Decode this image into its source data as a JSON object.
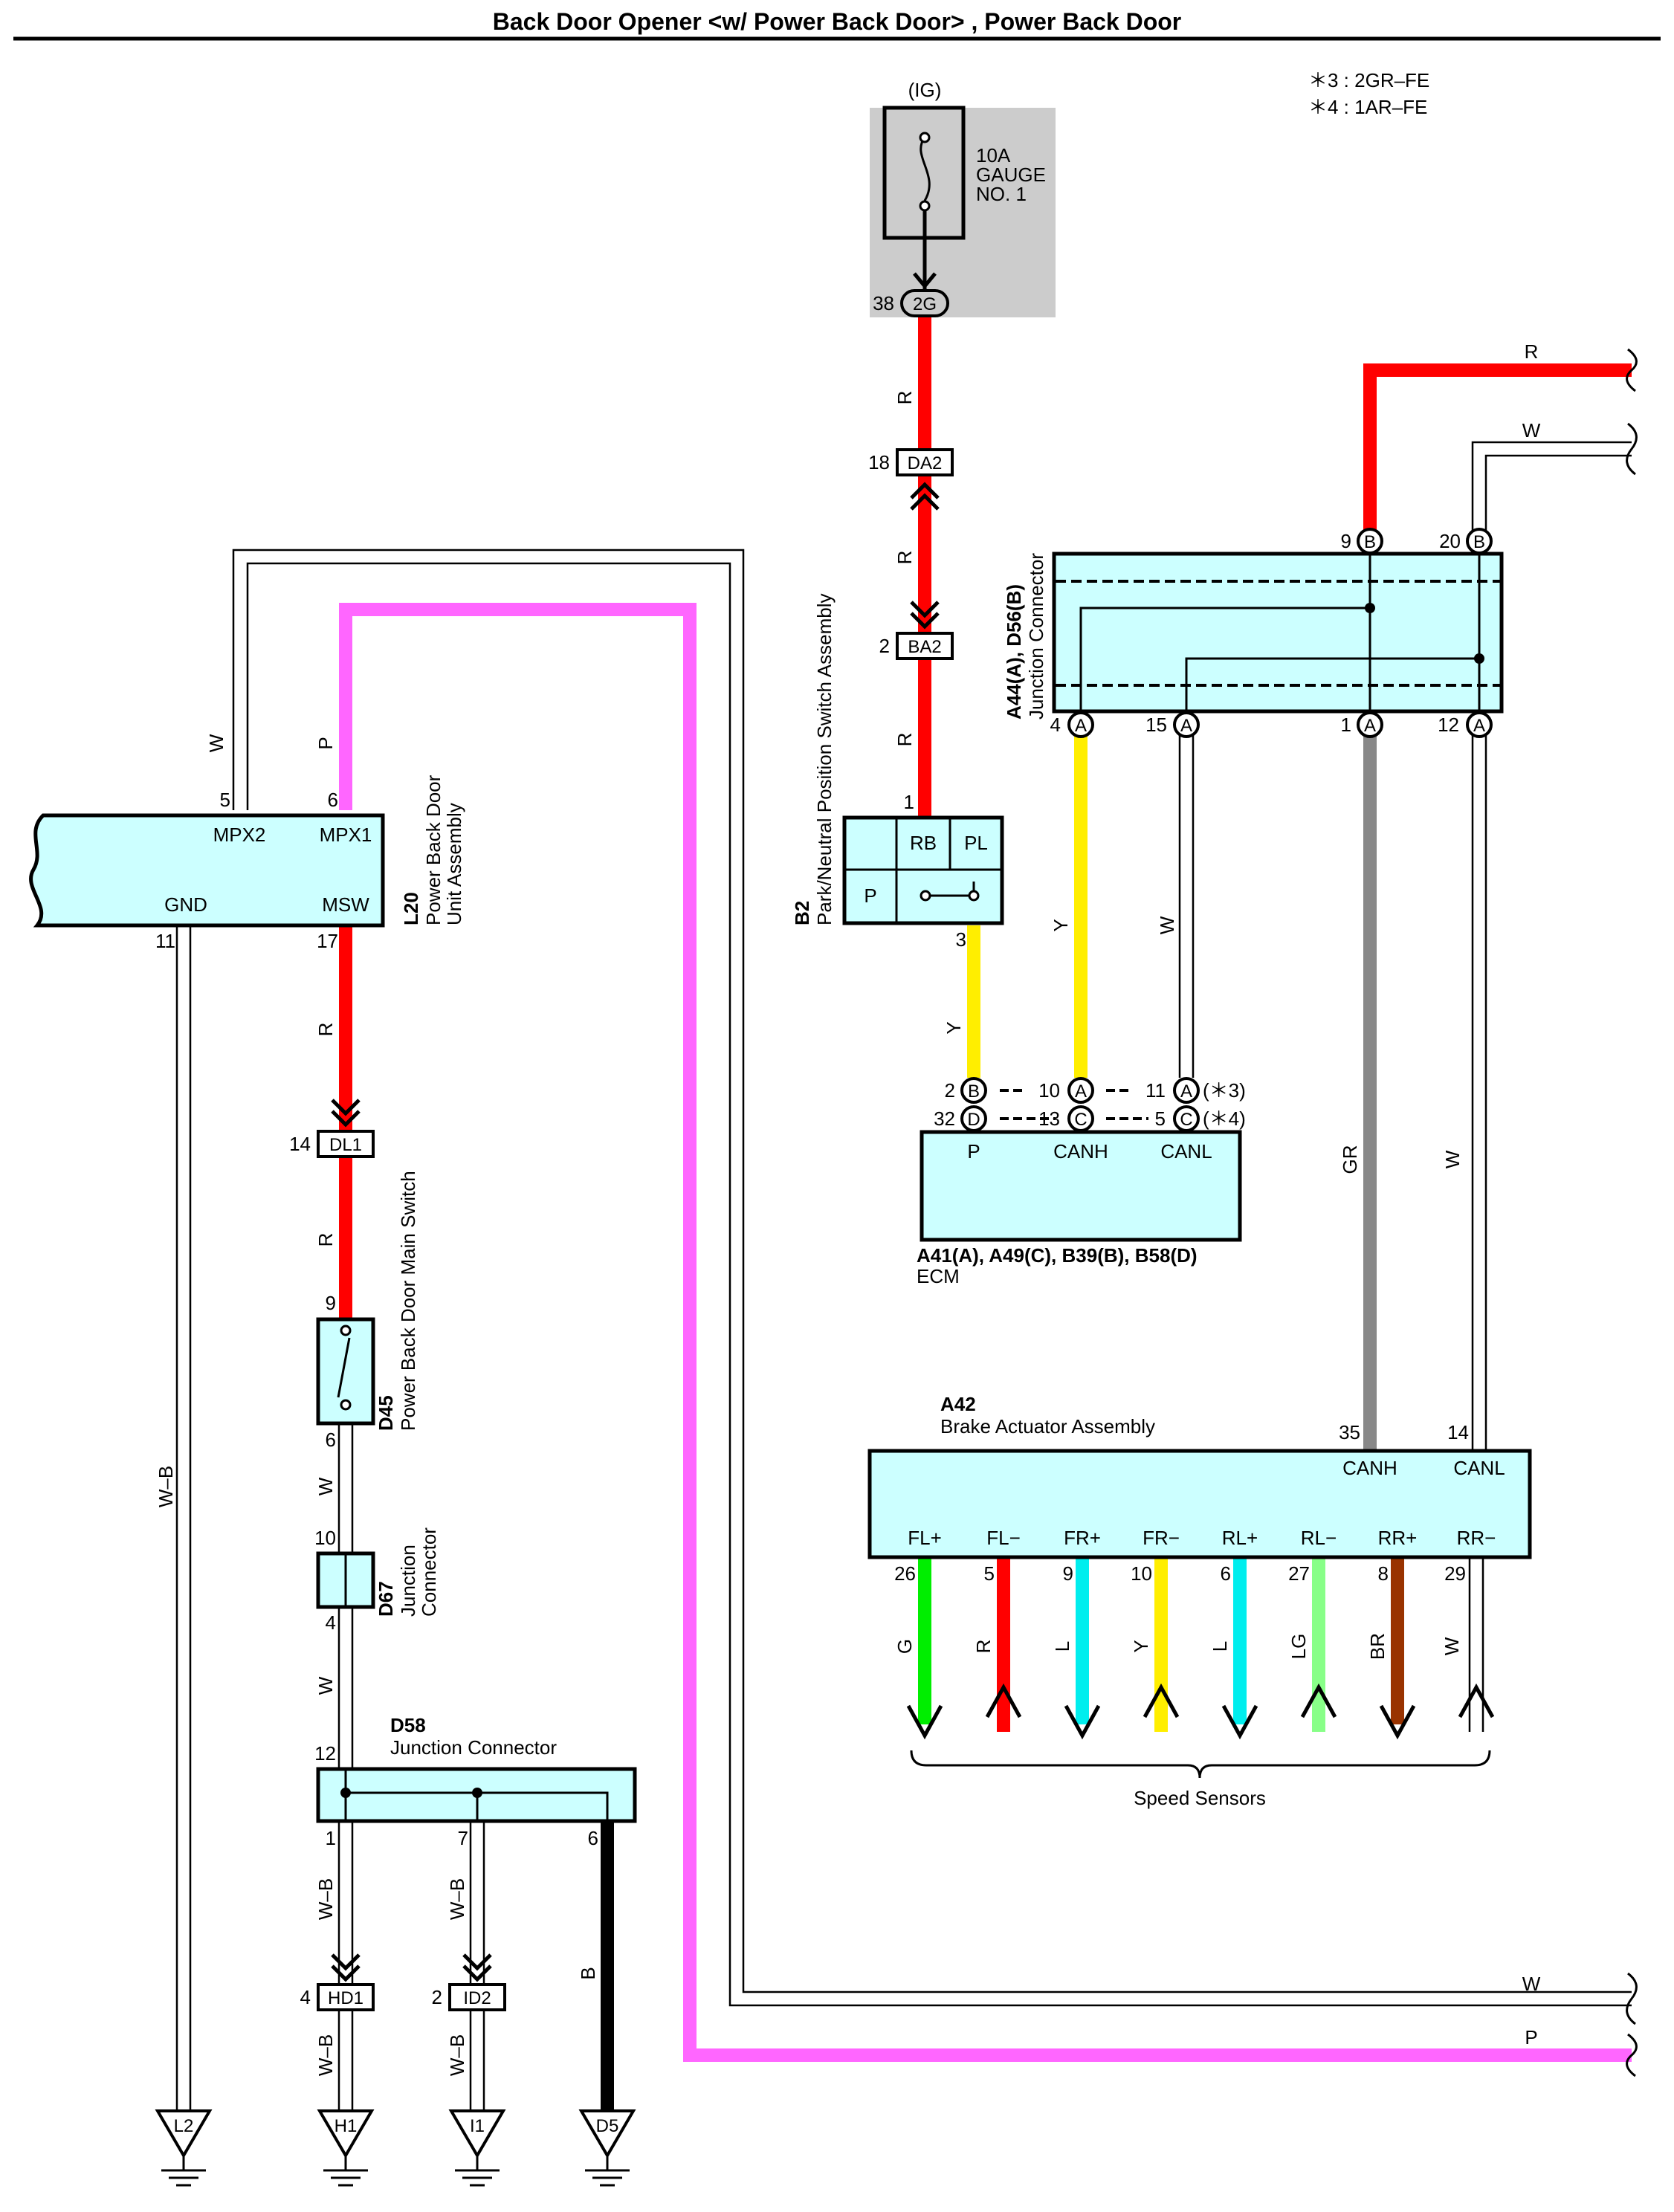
{
  "title": "Back Door Opener <w/ Power Back Door> , Power Back Door",
  "notes": [
    "＊3 : 2GR–FE",
    "＊4 : 1AR–FE"
  ],
  "colors": {
    "R": "#ff0000",
    "P": "#ff66ff",
    "Y": "#ffee00",
    "GR": "#888888",
    "G": "#00ee00",
    "L": "#00eeee",
    "LG": "#88ff88",
    "BR": "#993300",
    "B": "#000000",
    "comp_fill": "#ccffff",
    "fuse_box": "#cccccc"
  },
  "fuse": {
    "supply": "(IG)",
    "rating": "10A",
    "name1": "GAUGE",
    "name2": "NO. 1",
    "pin": "38",
    "connector": "2G"
  },
  "inline": {
    "da2": {
      "pin": "18",
      "name": "DA2"
    },
    "ba2": {
      "pin": "2",
      "name": "BA2"
    },
    "dl1": {
      "pin": "14",
      "name": "DL1"
    },
    "hd1": {
      "pin": "4",
      "name": "HD1"
    },
    "id2": {
      "pin": "2",
      "name": "ID2"
    }
  },
  "l20": {
    "code": "L20",
    "name1": "Power Back Door",
    "name2": "Unit Assembly",
    "mpx2": "MPX2",
    "mpx1": "MPX1",
    "gnd": "GND",
    "msw": "MSW",
    "pin_mpx2": "5",
    "pin_mpx1": "6",
    "pin_gnd": "11",
    "pin_msw": "17"
  },
  "d45": {
    "code": "D45",
    "name": "Power Back Door Main Switch",
    "pin_in": "9",
    "pin_out": "6"
  },
  "d67": {
    "code": "D67",
    "name1": "Junction",
    "name2": "Connector",
    "pin_in": "10",
    "pin_out": "4"
  },
  "d58": {
    "code": "D58",
    "name": "Junction Connector",
    "pin_in": "12",
    "pin1": "1",
    "pin7": "7",
    "pin6": "6"
  },
  "b2": {
    "code": "B2",
    "name": "Park/Neutral Position Switch Assembly",
    "rb": "RB",
    "pl": "PL",
    "p": "P",
    "pin_in": "1",
    "pin_out": "3"
  },
  "jc": {
    "code": "A44(A), D56(B)",
    "name": "Junction Connector",
    "pin9": "9",
    "pin20": "20",
    "pin4": "4",
    "pin15": "15",
    "pin1": "1",
    "pin12": "12",
    "b": "B",
    "a": "A"
  },
  "ecm": {
    "code": "A41(A), A49(C), B39(B), B58(D)",
    "name": "ECM",
    "p": "P",
    "canh": "CANH",
    "canl": "CANL",
    "pin2": "2",
    "pin10": "10",
    "pin11": "11",
    "pin32": "32",
    "pin13": "13",
    "pin5": "5",
    "b": "B",
    "a": "A",
    "d": "D",
    "c": "C",
    "note3": "(＊3)",
    "note4": "(＊4)"
  },
  "a42": {
    "code": "A42",
    "name": "Brake Actuator Assembly",
    "canh": "CANH",
    "canl": "CANL",
    "pin_canh": "35",
    "pin_canl": "14",
    "terminals": [
      "FL+",
      "FL−",
      "FR+",
      "FR−",
      "RL+",
      "RL−",
      "RR+",
      "RR−"
    ],
    "pins": [
      "26",
      "5",
      "9",
      "10",
      "6",
      "27",
      "8",
      "29"
    ],
    "wires": [
      "G",
      "R",
      "L",
      "Y",
      "L",
      "LG",
      "BR",
      "W"
    ],
    "speed_sensors": "Speed Sensors"
  },
  "wires": {
    "w": "W",
    "p": "P",
    "r": "R",
    "y": "Y",
    "gr": "GR",
    "wb": "W–B",
    "b": "B"
  },
  "grounds": [
    "L2",
    "H1",
    "I1",
    "D5"
  ]
}
